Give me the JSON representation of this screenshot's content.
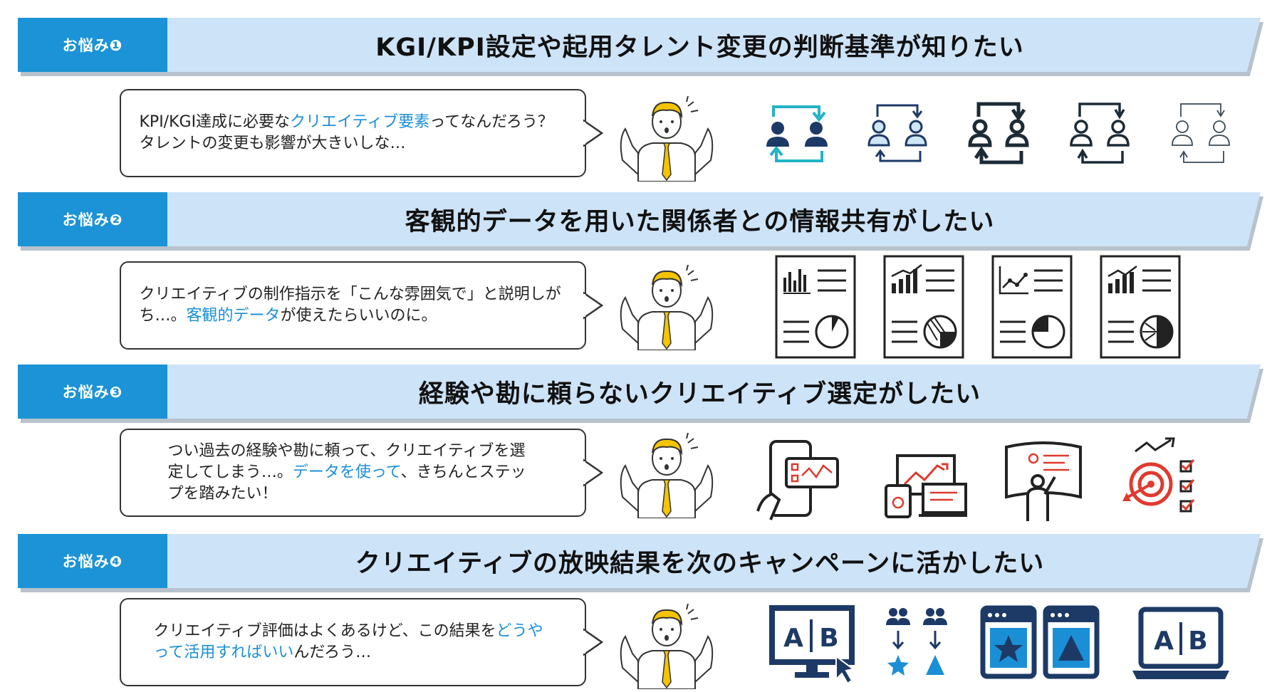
{
  "sections": [
    {
      "tag": "お悩み❶",
      "title": "KGI/KPI設定や起用タレント変更の判断基準が知りたい",
      "bubble": {
        "pre": "KPI/KGI達成に必要な",
        "highlight": "クリエイティブ要素",
        "post": "ってなんだろう？タレントの変更も影響が大きいしな…"
      },
      "icons": [
        "people-exchange-icon",
        "people-exchange-icon",
        "people-exchange-icon",
        "people-exchange-icon",
        "people-exchange-icon"
      ]
    },
    {
      "tag": "お悩み❷",
      "title": "客観的データを用いた関係者との情報共有がしたい",
      "bubble": {
        "pre": "クリエイティブの制作指示を「こんな雰囲気で」と説明しがち…。",
        "highlight": "客観的データ",
        "post": "が使えたらいいのに。"
      },
      "icons": [
        "report-document-icon",
        "report-document-icon",
        "report-document-icon",
        "report-document-icon"
      ]
    },
    {
      "tag": "お悩み❸",
      "title": "経験や勘に頼らないクリエイティブ選定がしたい",
      "bubble": {
        "pre": "つい過去の経験や勘に頼って、クリエイティブを選定してしまう…。",
        "highlight": "データを使って",
        "post": "、きちんとステップを踏みたい！"
      },
      "icons": [
        "smartphone-analytics-icon",
        "devices-analytics-icon",
        "presentation-screen-icon",
        "target-checklist-icon"
      ]
    },
    {
      "tag": "お悩み❹",
      "title": "クリエイティブの放映結果を次のキャンペーンに活かしたい",
      "bubble": {
        "pre": "クリエイティブ評価はよくあるけど、この結果を",
        "highlight": "どうやって活用すればいい",
        "post": "んだろう…"
      },
      "icons": [
        "ab-monitor-icon",
        "ab-users-icon",
        "ab-browser-icon",
        "ab-laptop-icon"
      ]
    }
  ],
  "colors": {
    "tag_bg": "#1b93d6",
    "banner_bg": "#cde3f7",
    "highlight": "#1b8fd6",
    "navy": "#1d3a66",
    "red": "#e03a2f",
    "yellow": "#f5c400"
  }
}
